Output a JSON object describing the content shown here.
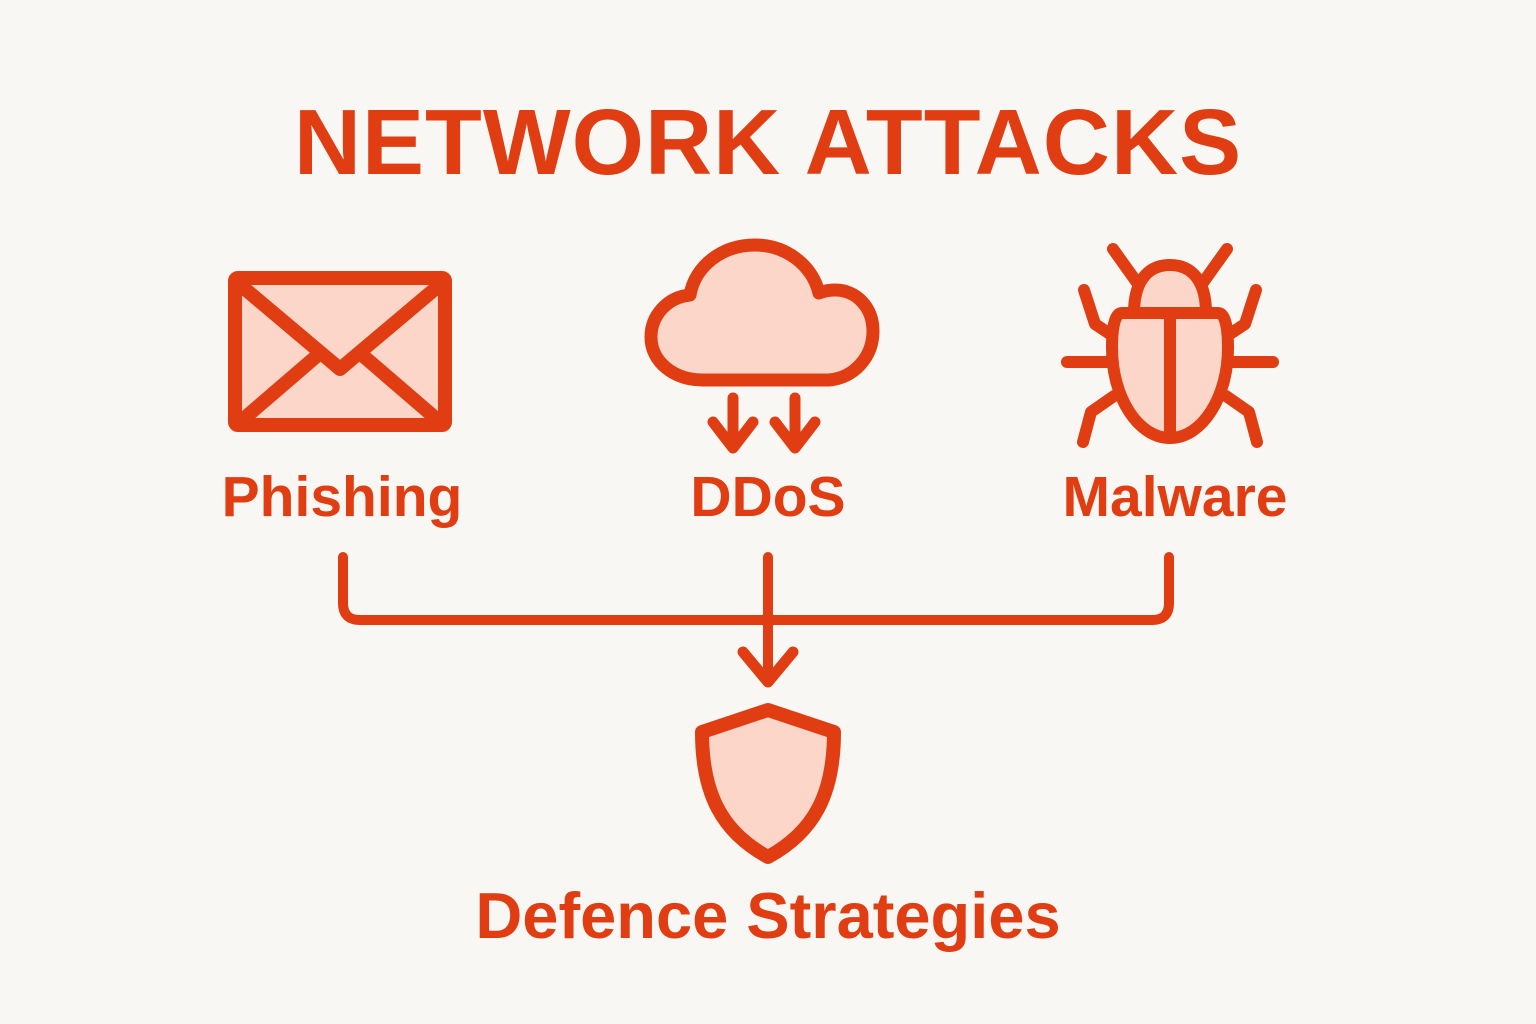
{
  "title": "NETWORK ATTACKS",
  "attacks": [
    {
      "label": "Phishing",
      "icon": "envelope-icon"
    },
    {
      "label": "DDoS",
      "icon": "cloud-download-icon"
    },
    {
      "label": "Malware",
      "icon": "bug-icon"
    }
  ],
  "defence": {
    "label": "Defence Strategies",
    "icon": "shield-icon"
  },
  "colors": {
    "accent": "#E13D12",
    "icon_fill": "#FBD6C9",
    "background": "#F9F7F3"
  }
}
